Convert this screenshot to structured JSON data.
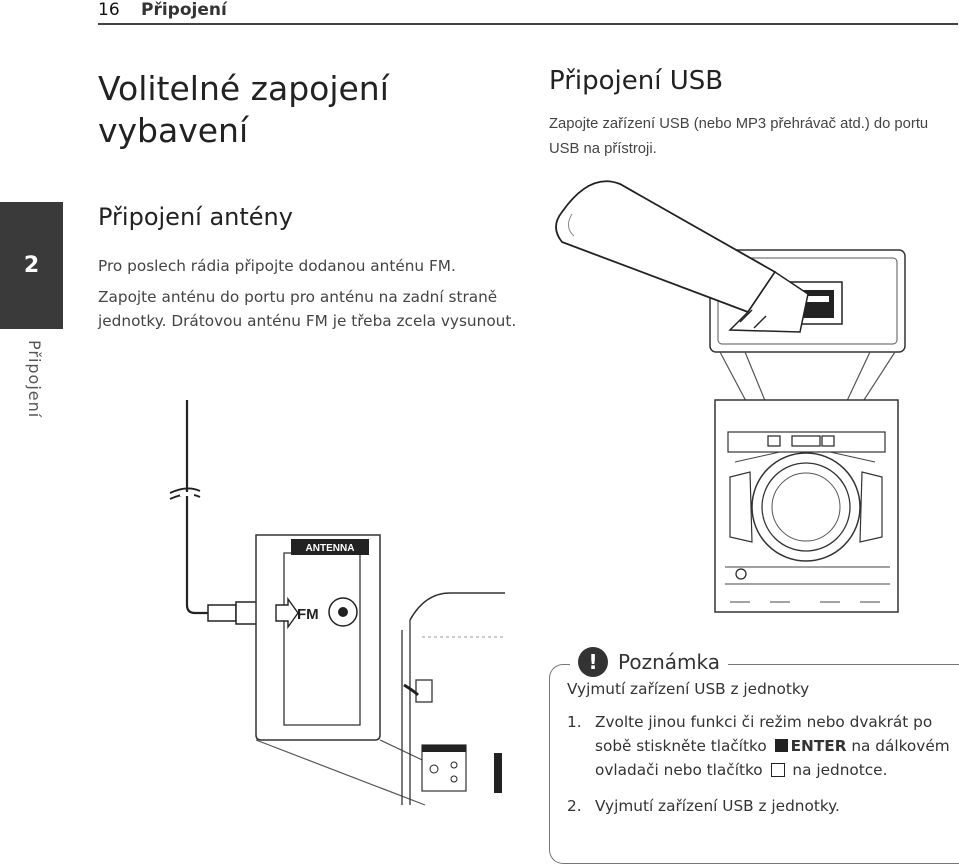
{
  "header": {
    "page_number": "16",
    "section": "Připojení"
  },
  "main_title": "Volitelné zapojení vybavení",
  "side_tab": {
    "number": "2",
    "label": "Připojení"
  },
  "antenna": {
    "title": "Připojení antény",
    "para1": "Pro poslech rádia připojte dodanou anténu FM.",
    "para2": "Zapojte anténu do portu pro anténu na zadní straně jednotky. Drátovou anténu FM je třeba zcela vysunout.",
    "fig_label_antenna": "ANTENNA",
    "fig_label_fm": "FM"
  },
  "usb": {
    "title": "Připojení USB",
    "desc": "Zapojte zařízení USB (nebo MP3 přehrávač atd.) do portu USB na přístroji."
  },
  "note": {
    "title": "Poznámka",
    "subtitle": "Vyjmutí zařízení USB z jednotky",
    "item1_num": "1.",
    "item1_a": "Zvolte jinou funkci či režim nebo dvakrát po sobě stiskněte tlačítko",
    "item1_enter": "ENTER",
    "item1_b": "na dálkovém ovladači nebo tlačítko",
    "item1_c": "na jednotce.",
    "item2_num": "2.",
    "item2": "Vyjmutí zařízení USB z jednotky."
  }
}
